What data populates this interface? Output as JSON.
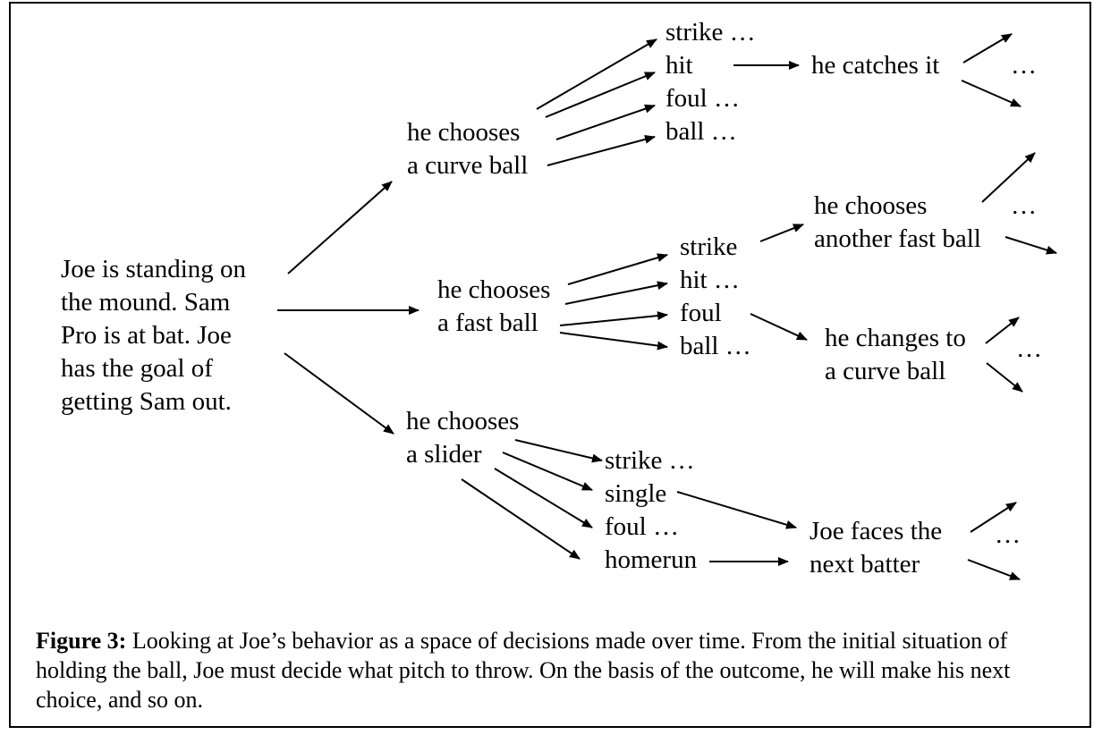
{
  "nodes": {
    "root": [
      "Joe is standing on",
      "the mound. Sam",
      "Pro is at bat. Joe",
      "has the goal of",
      "getting Sam out."
    ],
    "curve": [
      "he chooses",
      "a curve ball"
    ],
    "fast": [
      "he chooses",
      "a fast ball"
    ],
    "slider": [
      "he chooses",
      "a slider"
    ],
    "curve_outcomes": [
      "strike …",
      "hit",
      "foul …",
      "ball …"
    ],
    "fast_outcomes": [
      "strike",
      "hit …",
      "foul",
      "ball …"
    ],
    "slider_outcomes": [
      "strike …",
      "single",
      "foul …",
      "homerun"
    ],
    "catches": "he catches it",
    "another_fast": [
      "he chooses",
      "another fast ball"
    ],
    "changes_curve": [
      "he changes to",
      "a curve ball"
    ],
    "faces_next": [
      "Joe faces the",
      "next batter"
    ],
    "ellipses": [
      "…",
      "…",
      "…",
      "…"
    ]
  },
  "caption": {
    "label": "Figure 3:",
    "text": " Looking at Joe’s behavior as a space of decisions made over time. From the initial situation of holding the ball, Joe must decide what pitch to throw. On the basis of the outcome, he will make his next choice, and so on."
  }
}
